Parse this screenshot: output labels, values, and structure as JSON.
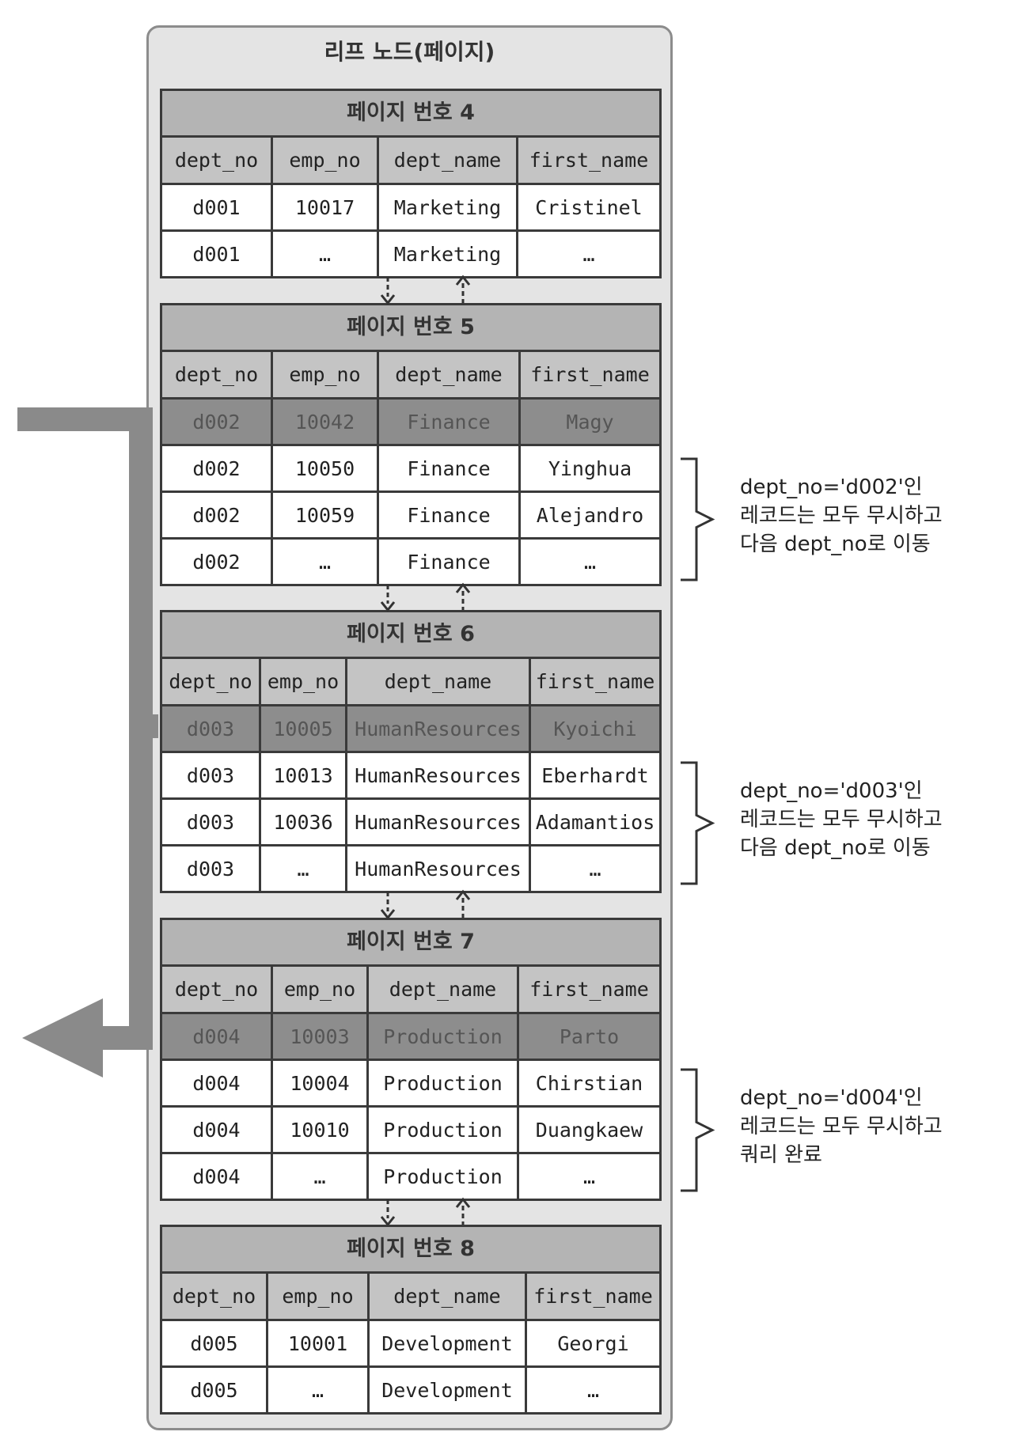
{
  "diagram": {
    "title": "리프 노드(페이지)",
    "columns": [
      "dept_no",
      "emp_no",
      "dept_name",
      "first_name"
    ],
    "pages": [
      {
        "title": "페이지 번호 4",
        "rows": [
          {
            "dept_no": "d001",
            "emp_no": "10017",
            "dept_name": "Marketing",
            "first_name": "Cristinel",
            "highlight": false
          },
          {
            "dept_no": "d001",
            "emp_no": "…",
            "dept_name": "Marketing",
            "first_name": "…",
            "highlight": false
          }
        ]
      },
      {
        "title": "페이지 번호 5",
        "rows": [
          {
            "dept_no": "d002",
            "emp_no": "10042",
            "dept_name": "Finance",
            "first_name": "Magy",
            "highlight": true
          },
          {
            "dept_no": "d002",
            "emp_no": "10050",
            "dept_name": "Finance",
            "first_name": "Yinghua",
            "highlight": false
          },
          {
            "dept_no": "d002",
            "emp_no": "10059",
            "dept_name": "Finance",
            "first_name": "Alejandro",
            "highlight": false
          },
          {
            "dept_no": "d002",
            "emp_no": "…",
            "dept_name": "Finance",
            "first_name": "…",
            "highlight": false
          }
        ]
      },
      {
        "title": "페이지 번호 6",
        "rows": [
          {
            "dept_no": "d003",
            "emp_no": "10005",
            "dept_name": "HumanResources",
            "first_name": "Kyoichi",
            "highlight": true
          },
          {
            "dept_no": "d003",
            "emp_no": "10013",
            "dept_name": "HumanResources",
            "first_name": "Eberhardt",
            "highlight": false
          },
          {
            "dept_no": "d003",
            "emp_no": "10036",
            "dept_name": "HumanResources",
            "first_name": "Adamantios",
            "highlight": false
          },
          {
            "dept_no": "d003",
            "emp_no": "…",
            "dept_name": "HumanResources",
            "first_name": "…",
            "highlight": false
          }
        ]
      },
      {
        "title": "페이지 번호 7",
        "rows": [
          {
            "dept_no": "d004",
            "emp_no": "10003",
            "dept_name": "Production",
            "first_name": "Parto",
            "highlight": true
          },
          {
            "dept_no": "d004",
            "emp_no": "10004",
            "dept_name": "Production",
            "first_name": "Chirstian",
            "highlight": false
          },
          {
            "dept_no": "d004",
            "emp_no": "10010",
            "dept_name": "Production",
            "first_name": "Duangkaew",
            "highlight": false
          },
          {
            "dept_no": "d004",
            "emp_no": "…",
            "dept_name": "Production",
            "first_name": "…",
            "highlight": false
          }
        ]
      },
      {
        "title": "페이지 번호 8",
        "rows": [
          {
            "dept_no": "d005",
            "emp_no": "10001",
            "dept_name": "Development",
            "first_name": "Georgi",
            "highlight": false
          },
          {
            "dept_no": "d005",
            "emp_no": "…",
            "dept_name": "Development",
            "first_name": "…",
            "highlight": false
          }
        ]
      }
    ],
    "notes": [
      [
        "dept_no='d002'인",
        "레코드는 모두 무시하고",
        "다음 dept_no로 이동"
      ],
      [
        "dept_no='d003'인",
        "레코드는 모두 무시하고",
        "다음 dept_no로 이동"
      ],
      [
        "dept_no='d004'인",
        "레코드는 모두 무시하고",
        "쿼리 완료"
      ]
    ],
    "colors": {
      "header": "#b4b4b4",
      "highlight_row": "#8d8d8d",
      "scan_arrow": "#8a8a8a",
      "border": "#3a3a3a"
    }
  }
}
